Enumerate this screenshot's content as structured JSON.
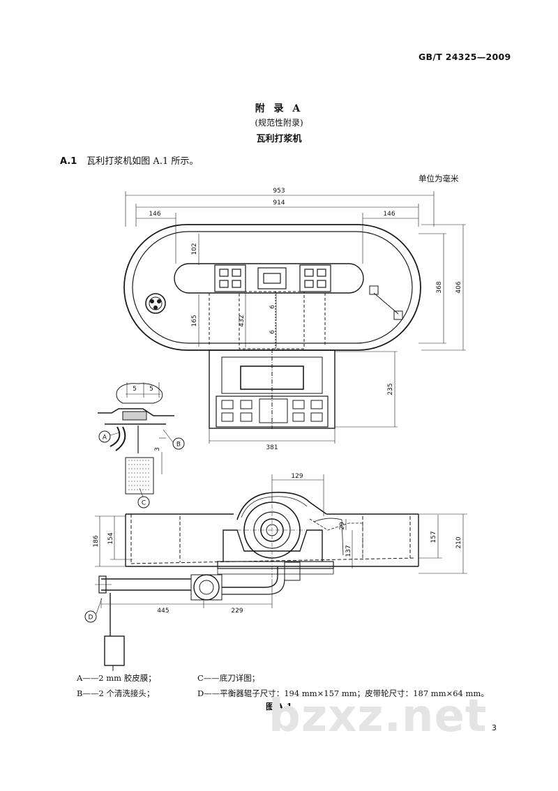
{
  "header": {
    "standard_no": "GB/T 24325—2009"
  },
  "title": {
    "annex": "附 录 A",
    "nature": "(规范性附录)",
    "name": "瓦利打浆机"
  },
  "section": {
    "number": "A.1",
    "text": "瓦利打浆机如图 A.1 所示。"
  },
  "unit_note": "单位为毫米",
  "dimensions": {
    "d953": "953",
    "d914": "914",
    "d146a": "146",
    "d146b": "146",
    "d102": "102",
    "d165": "165",
    "d432": "432",
    "d6a": "6",
    "d6b": "6",
    "d368": "368",
    "d406": "406",
    "d235": "235",
    "d381": "381",
    "d5a": "5",
    "d5b": "5",
    "d3": "3",
    "d129": "129",
    "d186": "186",
    "d154": "154",
    "d29": "29",
    "d137": "137",
    "d157": "157",
    "d210": "210",
    "d445": "445",
    "d229": "229"
  },
  "callouts": {
    "A": "A",
    "B": "B",
    "C": "C",
    "D": "D"
  },
  "legend": {
    "a": "A——2 mm 胶皮膜；",
    "b": "B——2 个清洗接头；",
    "c": "C——底刀详图；",
    "d": "D——平衡器辊子尺寸：194 mm×157 mm；皮带轮尺寸：187 mm×64 mm。"
  },
  "figure_caption": "图 A.1",
  "watermark": "bzxz.net",
  "page_number": "3"
}
